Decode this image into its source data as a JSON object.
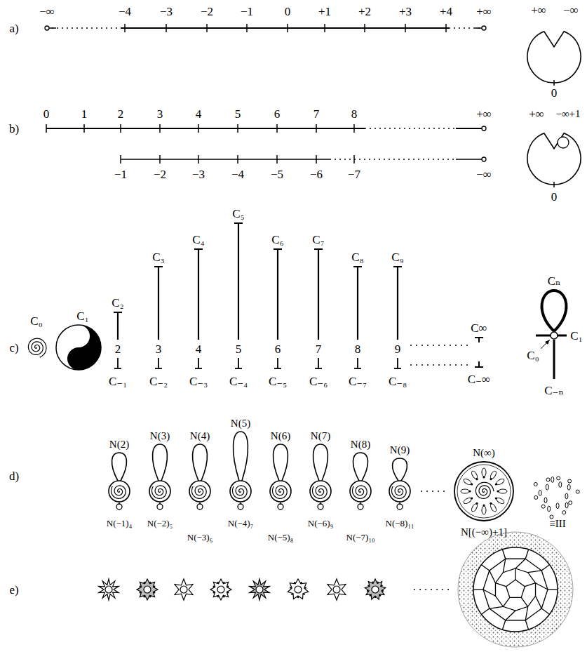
{
  "diagram": {
    "labels": [
      "a)",
      "−∞",
      "−4",
      "−3",
      "−2",
      "−1",
      "0",
      "+1",
      "+2",
      "+3",
      "+4",
      "+∞",
      "+∞",
      "−∞",
      "0",
      "b)",
      "0",
      "1",
      "2",
      "3",
      "4",
      "5",
      "6",
      "7",
      "8",
      "+∞",
      "−1",
      "−2",
      "−3",
      "−4",
      "−5",
      "−6",
      "−7",
      "−∞",
      "+∞",
      "−∞+1",
      "0",
      "c)",
      "C₀",
      "C₁",
      "C₂",
      "2",
      "C₋₁",
      "C₃",
      "3",
      "C₋₂",
      "C₄",
      "4",
      "C₋₃",
      "C₅",
      "5",
      "C₋₄",
      "C₆",
      "6",
      "C₋₅",
      "C₇",
      "7",
      "C₋₆",
      "C₈",
      "8",
      "C₋₇",
      "C₉",
      "9",
      "C₋₈",
      "C∞",
      "C₋∞",
      "Cₙ",
      "C₁",
      "C₀",
      "C₋ₙ",
      "d)",
      "N(2)",
      "N(3)",
      "N(4)",
      "N(5)",
      "N(6)",
      "N(7)",
      "N(8)",
      "N(9)",
      "N(−1)₄",
      "N(−2)₅",
      "N(−3)₆",
      "N(−4)₇",
      "N(−5)₈",
      "N(−6)₉",
      "N(−7)₁₀",
      "N(−8)₁₁",
      "N(∞)",
      "N[(−∞)+1]",
      "≡III",
      "e)"
    ]
  }
}
